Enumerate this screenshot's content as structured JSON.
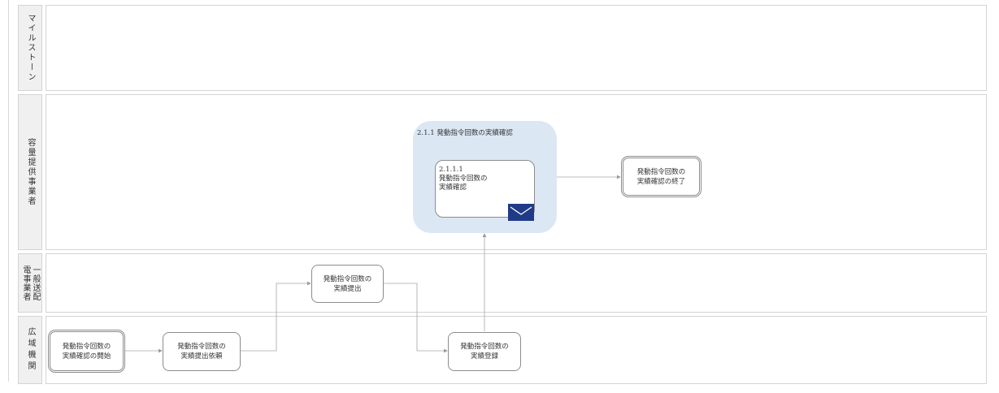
{
  "lanes": {
    "milestone": "マイルストーン",
    "provider": "容量提供事業者",
    "transmission": "一般送配\n電事業者",
    "occto": "広域機関"
  },
  "group": {
    "title": "2.1.1 発動指令回数の実績確認"
  },
  "nodes": {
    "subtask": "2.1.1.1\n発動指令回数の\n実績確認",
    "end_event": "発動指令回数の\n実績確認の終了",
    "submit": "発動指令回数の\n実績提出",
    "start_event": "発動指令回数の\n実績確認の開始",
    "request": "発動指令回数の\n実績提出依頼",
    "register": "発動指令回数の\n実績登録"
  },
  "icons": {
    "message": "envelope-icon"
  },
  "colors": {
    "group_fill": "#dce7f4",
    "envelope": "#1f3a86",
    "lane_header": "#f0f0f0",
    "border": "#8c8c8c"
  }
}
